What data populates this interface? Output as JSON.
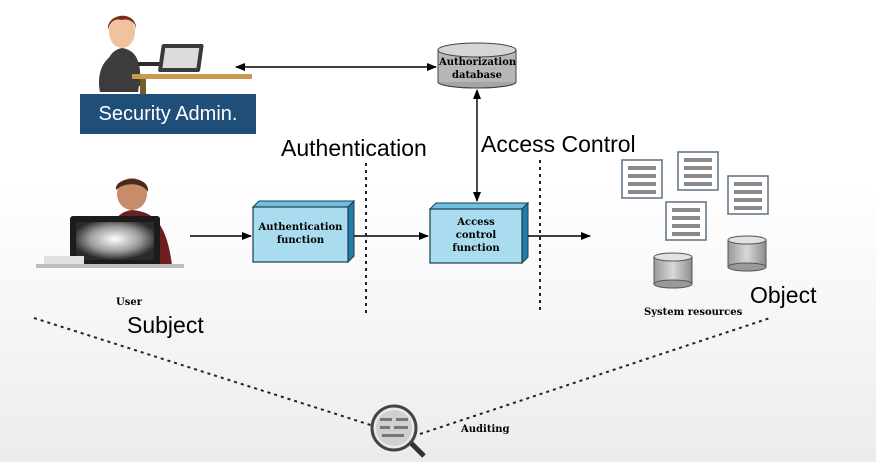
{
  "roles": {
    "security_admin": "Security Admin.",
    "subject": "Subject",
    "object": "Object"
  },
  "phases": {
    "authentication": "Authentication",
    "access_control": "Access Control"
  },
  "nodes": {
    "auth_db": [
      "Authorization",
      "database"
    ],
    "auth_function": [
      "Authentication",
      "function"
    ],
    "access_function": [
      "Access",
      "control",
      "function"
    ]
  },
  "captions": {
    "user": "User",
    "system_resources": "System resources",
    "auditing": "Auditing"
  },
  "colors": {
    "box_face": "#a9dcef",
    "box_side": "#1e7ea8",
    "admin_bg": "#1f4e79",
    "cylinder": "#bdbdbd"
  }
}
